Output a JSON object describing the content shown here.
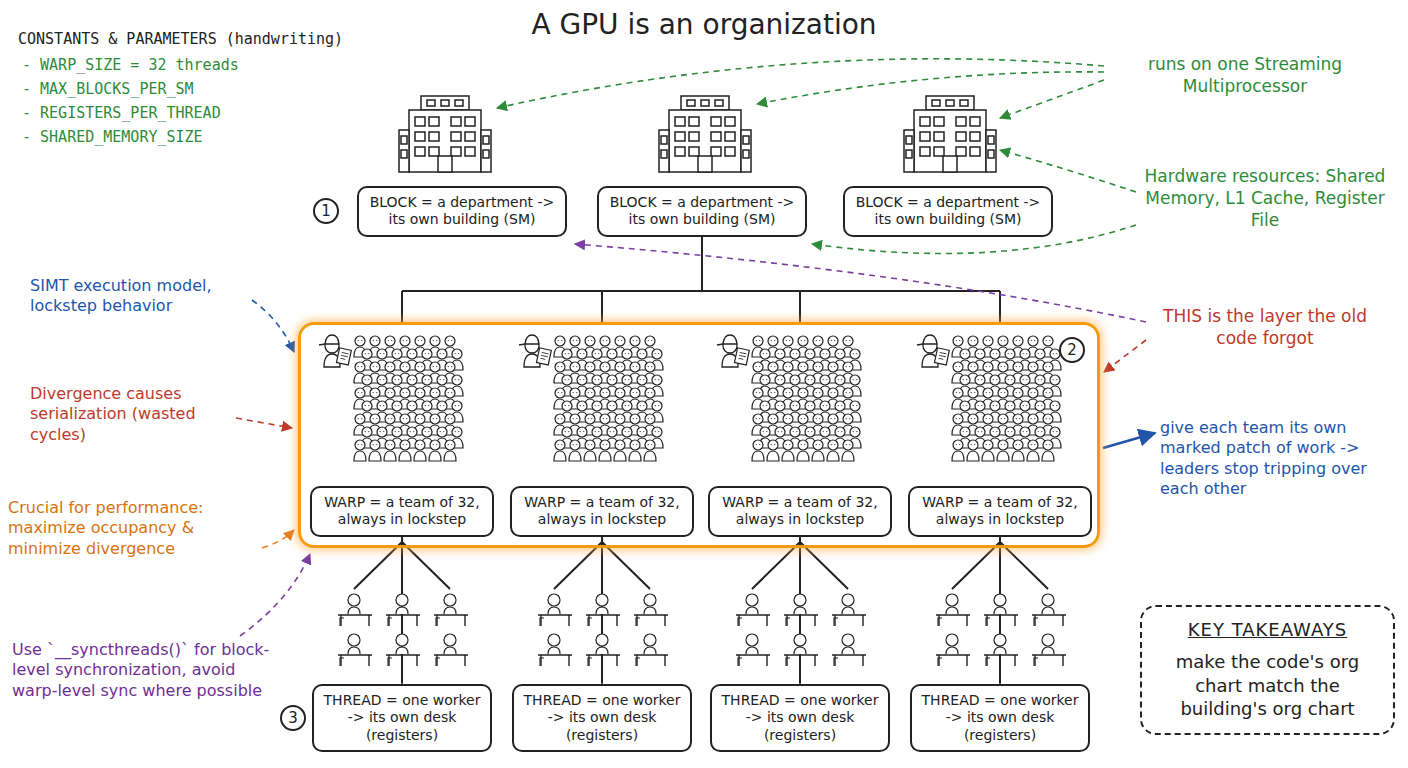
{
  "diagram": {
    "title": "A GPU is an organization",
    "nodes": [
      {
        "text": [
          "BLOCK = a department -> its own building (SM)"
        ]
      },
      {
        "text": [
          "BLOCK = a department -> its own building (SM)"
        ]
      },
      {
        "text": [
          "BLOCK = a department -> its own building (SM)"
        ]
      },
      {
        "text": [
          "2"
        ]
      },
      {
        "text": [
          "WARP = a team of 32, always in lockstep"
        ],
        "in": 3
      },
      {
        "text": [
          "WARP = a team of 32, always in lockstep"
        ],
        "in": 3
      },
      {
        "text": [
          "WARP = a team of 32, always in lockstep"
        ],
        "in": 3
      },
      {
        "text": [
          "WARP = a team of 32, always in lockstep"
        ],
        "in": 3
      },
      {
        "text": [
          "THREAD = one worker -> its own desk (registers)"
        ]
      },
      {
        "text": [
          "THREAD = one worker -> its own desk (registers)"
        ]
      },
      {
        "text": [
          "THREAD = one worker -> its own desk (registers)"
        ]
      },
      {
        "text": [
          "THREAD = one worker -> its own desk (registers)"
        ]
      },
      {
        "text": [
          "KEY TAKEAWAYS",
          "make the code's org chart match the building's org chart"
        ]
      }
    ],
    "edges": [
      {
        "from": 1,
        "to": 3,
        "arrow": "none"
      },
      {
        "from": 4,
        "to": 8,
        "arrow": "none"
      },
      {
        "from": 5,
        "to": 9,
        "arrow": "none"
      },
      {
        "from": 6,
        "to": 10,
        "arrow": "none"
      },
      {
        "from": 7,
        "to": 11,
        "arrow": "none"
      }
    ],
    "labels": [
      "CONSTANTS & PARAMETERS (handwriting)",
      "- WARP_SIZE = 32 threads",
      "- MAX_BLOCKS_PER_SM",
      "- REGISTERS_PER_THREAD",
      "- SHARED_MEMORY_SIZE",
      "runs on one Streaming Multiprocessor",
      "Hardware resources: Shared Memory, L1 Cache, Register File",
      "1",
      "SIMT execution model, lockstep behavior",
      "THIS is the layer the old code forgot",
      "Divergence causes serialization (wasted cycles)",
      "give each team its own marked patch of work -> leaders stop tripping over each other",
      "Crucial for performance: maximize occupancy & minimize divergence",
      "Use `__syncthreads()` for block-level synchronization, avoid warp-level sync where possible",
      "3"
    ]
  }
}
